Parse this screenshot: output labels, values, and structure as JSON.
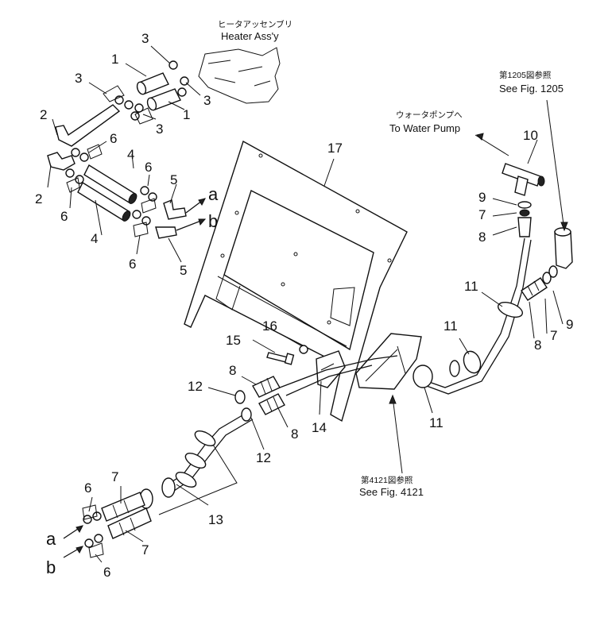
{
  "references": {
    "heater": {
      "jp": "ヒータアッセンブリ",
      "en": "Heater Ass'y"
    },
    "water_pump": {
      "jp": "ウォータポンプへ",
      "en": "To Water Pump"
    },
    "fig_1205": {
      "jp": "第1205図参照",
      "en": "See Fig. 1205"
    },
    "fig_4121": {
      "jp": "第4121図参照",
      "en": "See Fig. 4121"
    }
  },
  "connectors": {
    "a": "a",
    "b": "b"
  },
  "callouts": {
    "n1_top": "1",
    "n1_bottom": "1",
    "n2_top": "2",
    "n2_bottom": "2",
    "n3_a": "3",
    "n3_b": "3",
    "n3_c": "3",
    "n3_d": "3",
    "n4_top": "4",
    "n4_bottom": "4",
    "n5_top": "5",
    "n5_bottom": "5",
    "n6_upper_right": "6",
    "n6_upper_top": "6",
    "n6_upper_left": "6",
    "n6_upper_bottom": "6",
    "n6_lower_top": "6",
    "n6_lower_bottom": "6",
    "n7_right": "7",
    "n7_pump": "7",
    "n7_lower_top": "7",
    "n7_lower_bottom": "7",
    "n8_right": "8",
    "n8_pump": "8",
    "n8_mid_top": "8",
    "n8_mid_bottom": "8",
    "n9_right": "9",
    "n9_pump": "9",
    "n10": "10",
    "n11_a": "11",
    "n11_b": "11",
    "n11_c": "11",
    "n12_top": "12",
    "n12_bottom": "12",
    "n13": "13",
    "n14": "14",
    "n15": "15",
    "n16": "16",
    "n17": "17"
  }
}
